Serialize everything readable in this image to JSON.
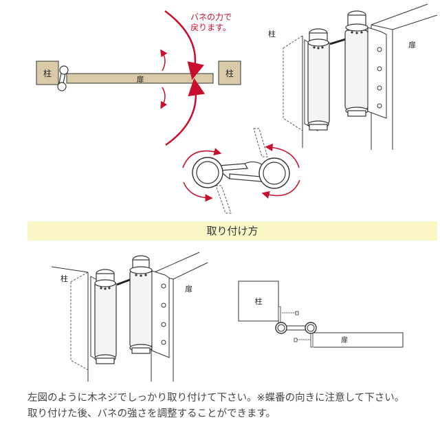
{
  "labels": {
    "pillar": "柱",
    "door": "扉",
    "spring_note_line1": "バネの力で",
    "spring_note_line2": "戻ります。"
  },
  "section_title": "取り付け方",
  "instructions": {
    "line1": "左図のように木ネジでしっかり取り付けて下さい。※蝶番の向きに注意して下さい。",
    "line2": "取り付けた後、バネの強さを調整することができます。"
  },
  "colors": {
    "wood": "#d9cba8",
    "arrow_red": "#c8102e",
    "banner": "#fbf6c6",
    "line": "#333333",
    "metal": "#f4f4f4"
  }
}
